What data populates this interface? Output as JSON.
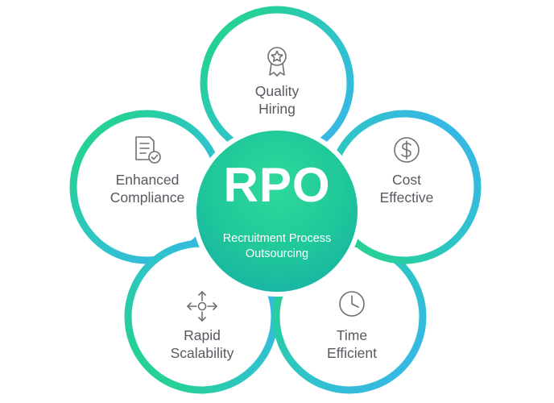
{
  "center": {
    "title": "RPO",
    "subtitle_line1": "Recruitment Process",
    "subtitle_line2": "Outsourcing"
  },
  "petals": [
    {
      "id": "quality-hiring",
      "line1": "Quality",
      "line2": "Hiring",
      "icon": "award-badge-icon"
    },
    {
      "id": "cost-effective",
      "line1": "Cost",
      "line2": "Effective",
      "icon": "dollar-coin-icon"
    },
    {
      "id": "time-efficient",
      "line1": "Time",
      "line2": "Efficient",
      "icon": "clock-icon"
    },
    {
      "id": "rapid-scalability",
      "line1": "Rapid",
      "line2": "Scalability",
      "icon": "expand-arrows-icon"
    },
    {
      "id": "enhanced-compliance",
      "line1": "Enhanced",
      "line2": "Compliance",
      "icon": "checklist-document-icon"
    }
  ],
  "colors": {
    "green": "#22d67f",
    "teal": "#2ec4c9",
    "cyan": "#3ab3ee",
    "text": "#555a60",
    "icon": "#6b7075"
  }
}
